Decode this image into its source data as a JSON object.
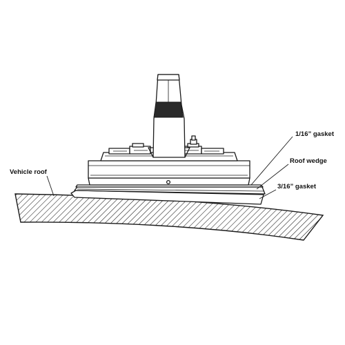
{
  "labels": {
    "vehicle_roof": "Vehicle roof",
    "gasket_thin": "1/16” gasket",
    "roof_wedge": "Roof wedge",
    "gasket_thick": "3/16” gasket"
  },
  "colors": {
    "ink": "#1a1a1a",
    "background": "#ffffff"
  }
}
